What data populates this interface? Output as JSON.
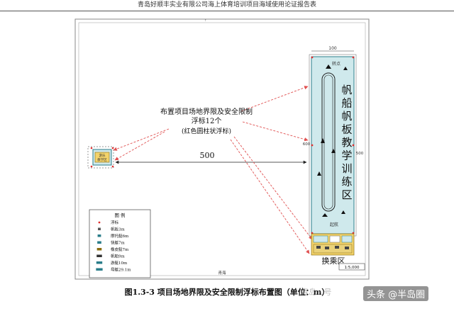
{
  "header": {
    "title": "青岛好顺丰实业有限公司海上体育培训项目海域使用论证报告表"
  },
  "annotation": {
    "line1": "布置项目场地界限及安全限制",
    "line2": "浮标12个",
    "line3": "(红色圆柱状浮标)"
  },
  "distance_label": "500",
  "zone": {
    "chars": [
      "帆",
      "船",
      "帆",
      "板",
      "教",
      "学",
      "训",
      "练",
      "区"
    ],
    "top_label": "转点",
    "bottom_label": "起航",
    "width_label": "100",
    "height_left": "600",
    "height_right": "500"
  },
  "boarding_area": {
    "label": "换乘区"
  },
  "small_site": {
    "label": "游乐\n教学区"
  },
  "legend": {
    "title": "图  例",
    "items": [
      {
        "label": "浮标",
        "icon": "red-dot-icon"
      },
      {
        "label": "帆板3m",
        "icon": "sailboard-icon"
      },
      {
        "label": "摩托艇6m",
        "icon": "jetski-icon"
      },
      {
        "label": "快艇7m",
        "icon": "speedboat-icon"
      },
      {
        "label": "橡皮艇7m",
        "icon": "rubber-boat-icon"
      },
      {
        "label": "帆船9m",
        "icon": "sailboat-icon"
      },
      {
        "label": "游艇10m",
        "icon": "yacht-icon"
      },
      {
        "label": "母艇29.1m",
        "icon": "mother-ship-icon"
      }
    ]
  },
  "scale": {
    "label": "1:5,000"
  },
  "sea_label": "青海",
  "caption": "图1.3-3 项目场地界限及安全限制浮标布置图（单位：m）",
  "watermark": {
    "text": "头条 @半岛圈",
    "ghost": "青岛 · 号"
  },
  "colors": {
    "zone_fill": "#cfe9ec",
    "arrow": "#e05050",
    "buoy": "#e03030",
    "dock": "#f3d36b"
  }
}
